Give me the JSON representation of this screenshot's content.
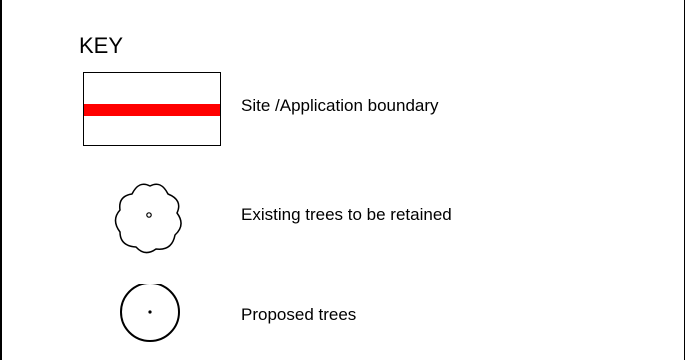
{
  "key": {
    "title": "KEY",
    "items": [
      {
        "label": "Site /Application boundary",
        "symbol": "boundary-line-symbol",
        "color": "#ff0000"
      },
      {
        "label": "Existing trees to be retained",
        "symbol": "existing-tree-icon"
      },
      {
        "label": "Proposed trees",
        "symbol": "proposed-tree-icon"
      }
    ]
  }
}
